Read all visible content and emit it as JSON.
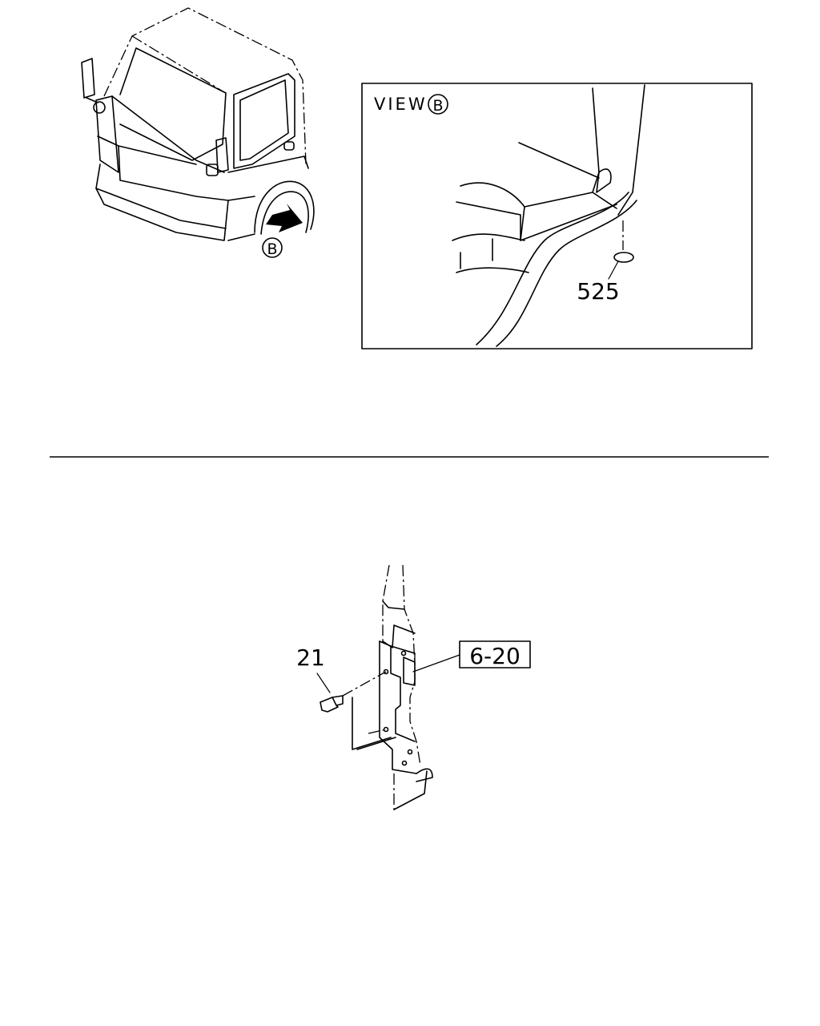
{
  "top_left": {
    "view_marker": "B"
  },
  "view_box": {
    "title_word": "VIEW",
    "title_marker": "B",
    "part_label": "525"
  },
  "bottom": {
    "part_label_bolt": "21",
    "reference_label": "6-20"
  }
}
